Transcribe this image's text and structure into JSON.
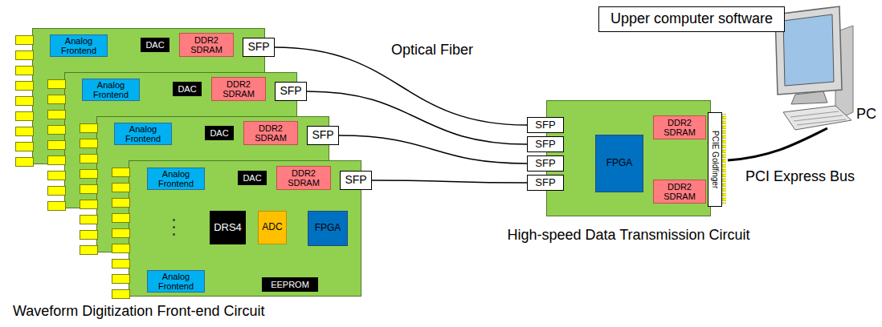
{
  "diagram": {
    "nodes": [
      {
        "text": [
          "Analog Frontend"
        ]
      },
      {
        "text": [
          "DAC"
        ]
      },
      {
        "text": [
          "DDR2 SDRAM"
        ]
      },
      {
        "text": [
          "SFP"
        ]
      },
      {
        "text": [
          "Analog Frontend"
        ]
      },
      {
        "text": [
          "DAC"
        ]
      },
      {
        "text": [
          "DDR2 SDRAM"
        ]
      },
      {
        "text": [
          "SFP"
        ]
      },
      {
        "text": [
          "Analog Frontend"
        ]
      },
      {
        "text": [
          "DAC"
        ]
      },
      {
        "text": [
          "DDR2 SDRAM"
        ]
      },
      {
        "text": [
          "SFP"
        ]
      },
      {
        "text": [
          "Waveform Digitization Front-end Circuit"
        ]
      },
      {
        "text": [
          "Analog Frontend"
        ],
        "in": 12
      },
      {
        "text": [
          "DAC"
        ],
        "in": 12
      },
      {
        "text": [
          "DDR2 SDRAM"
        ],
        "in": 12
      },
      {
        "text": [
          "SFP"
        ],
        "in": 12
      },
      {
        "text": [
          "DRS4"
        ],
        "in": 12
      },
      {
        "text": [
          "ADC"
        ],
        "in": 12
      },
      {
        "text": [
          "FPGA"
        ],
        "in": 12
      },
      {
        "text": [
          "Analog Frontend"
        ],
        "in": 12
      },
      {
        "text": [
          "EEPROM"
        ],
        "in": 12
      },
      {
        "text": [
          "High-speed Data Transmission Circuit"
        ]
      },
      {
        "text": [
          "SFP"
        ],
        "in": 22
      },
      {
        "text": [
          "SFP"
        ],
        "in": 22
      },
      {
        "text": [
          "SFP"
        ],
        "in": 22
      },
      {
        "text": [
          "SFP"
        ],
        "in": 22
      },
      {
        "text": [
          "FPGA"
        ],
        "in": 22
      },
      {
        "text": [
          "DDR2 SDRAM"
        ],
        "in": 22
      },
      {
        "text": [
          "DDR2 SDRAM"
        ],
        "in": 22
      },
      {
        "text": [
          "PCIE Goldfinger"
        ],
        "in": 22
      },
      {
        "text": [
          "Upper computer software"
        ]
      }
    ],
    "edges": [
      {
        "from": 3,
        "to": 23,
        "arrow": "none"
      },
      {
        "from": 7,
        "to": 24,
        "arrow": "none"
      },
      {
        "from": 11,
        "to": 25,
        "arrow": "none"
      },
      {
        "from": 16,
        "to": 26,
        "arrow": "none"
      }
    ],
    "labels": [
      "Optical Fiber",
      "PCI Express Bus",
      "PC"
    ]
  }
}
